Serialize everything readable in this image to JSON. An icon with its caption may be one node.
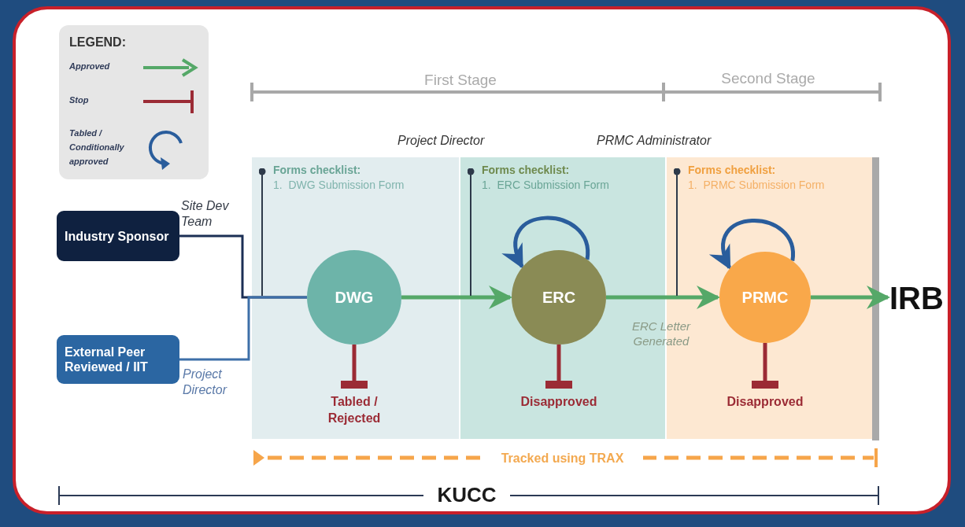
{
  "diagram": {
    "nodes": [
      {
        "text": [
          "Industry Sponsor"
        ]
      },
      {
        "text": [
          "External Peer Reviewed / IIT"
        ]
      },
      {
        "text": [
          "Forms checklist:",
          "1.  DWG Submission Form"
        ]
      },
      {
        "text": [
          "DWG"
        ],
        "in": 2
      },
      {
        "text": [
          "Tabled / Rejected"
        ],
        "in": 2
      },
      {
        "text": [
          "Forms checklist:",
          "1.  ERC Submission Form"
        ]
      },
      {
        "text": [
          "ERC"
        ],
        "in": 5
      },
      {
        "text": [
          "Disapproved"
        ],
        "in": 5
      },
      {
        "text": [
          "Forms checklist:",
          "1.  PRMC Submission Form"
        ]
      },
      {
        "text": [
          "PRMC"
        ],
        "in": 8
      },
      {
        "text": [
          "Disapproved"
        ],
        "in": 8
      },
      {
        "text": [
          "IRB"
        ]
      }
    ],
    "edges": [
      {
        "from": 0,
        "to": 3,
        "arrow": "none",
        "label": "Site Dev Team",
        "color": "#1b2f55"
      },
      {
        "from": 1,
        "to": 3,
        "arrow": "none",
        "label": "Project Director",
        "color": "#3d6fa8"
      },
      {
        "from": 3,
        "to": 6,
        "arrow": "to"
      },
      {
        "from": 6,
        "to": 9,
        "arrow": "to",
        "label": "ERC Letter Generated"
      },
      {
        "from": 9,
        "to": 11,
        "arrow": "to"
      },
      {
        "from": 3,
        "to": 4,
        "arrow": "other",
        "color": "#9b2b35"
      },
      {
        "from": 6,
        "to": 7,
        "arrow": "other",
        "color": "#9b2b35"
      },
      {
        "from": 9,
        "to": 10,
        "arrow": "other",
        "color": "#9b2b35"
      },
      {
        "from": 6,
        "to": 6,
        "arrow": "to",
        "color": "#2a5d9c"
      },
      {
        "from": 9,
        "to": 9,
        "arrow": "to",
        "color": "#2a5d9c"
      },
      {
        "from": 2,
        "to": null,
        "arrow": "other",
        "color": "#2e3a4a"
      },
      {
        "from": 5,
        "to": null,
        "arrow": "other",
        "color": "#2e3a4a"
      },
      {
        "from": 8,
        "to": null,
        "arrow": "other",
        "color": "#2e3a4a"
      }
    ],
    "labels": [
      "LEGEND:",
      "First Stage",
      "Second Stage",
      "Project Director",
      "PRMC Administrator",
      "Tracked using TRAX",
      "KUCC"
    ],
    "legend": [
      {
        "text": "Approved"
      },
      {
        "text": "Stop"
      },
      {
        "text": "Tabled / Conditionally approved"
      }
    ]
  }
}
